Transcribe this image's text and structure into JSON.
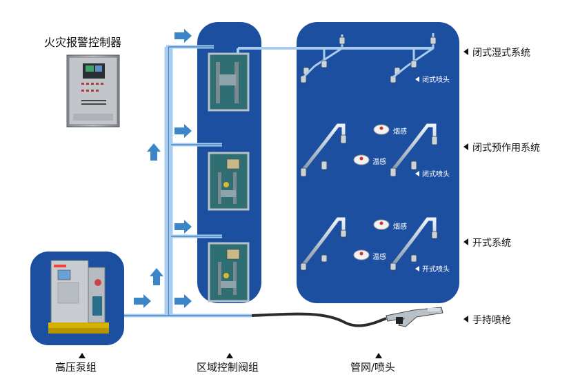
{
  "labels": {
    "fire_controller": "火灾报警控制器",
    "pump": "高压泵组",
    "valve_group": "区域控制阀组",
    "pipe_network": "管网/喷头",
    "closed_wet": "闭式湿式系统",
    "closed_preaction": "闭式预作用系统",
    "open_system": "开式系统",
    "handheld_gun": "手持喷枪",
    "closed_nozzle": "闭式喷头",
    "open_nozzle": "开式喷头",
    "smoke_detector": "烟感",
    "heat_detector": "温感"
  },
  "colors": {
    "panel_blue": "#1d4fa0",
    "pipe_light": "#a8cdee",
    "arrow_blue": "#3d85c9",
    "cabinet_teal": "#2f6f74"
  }
}
